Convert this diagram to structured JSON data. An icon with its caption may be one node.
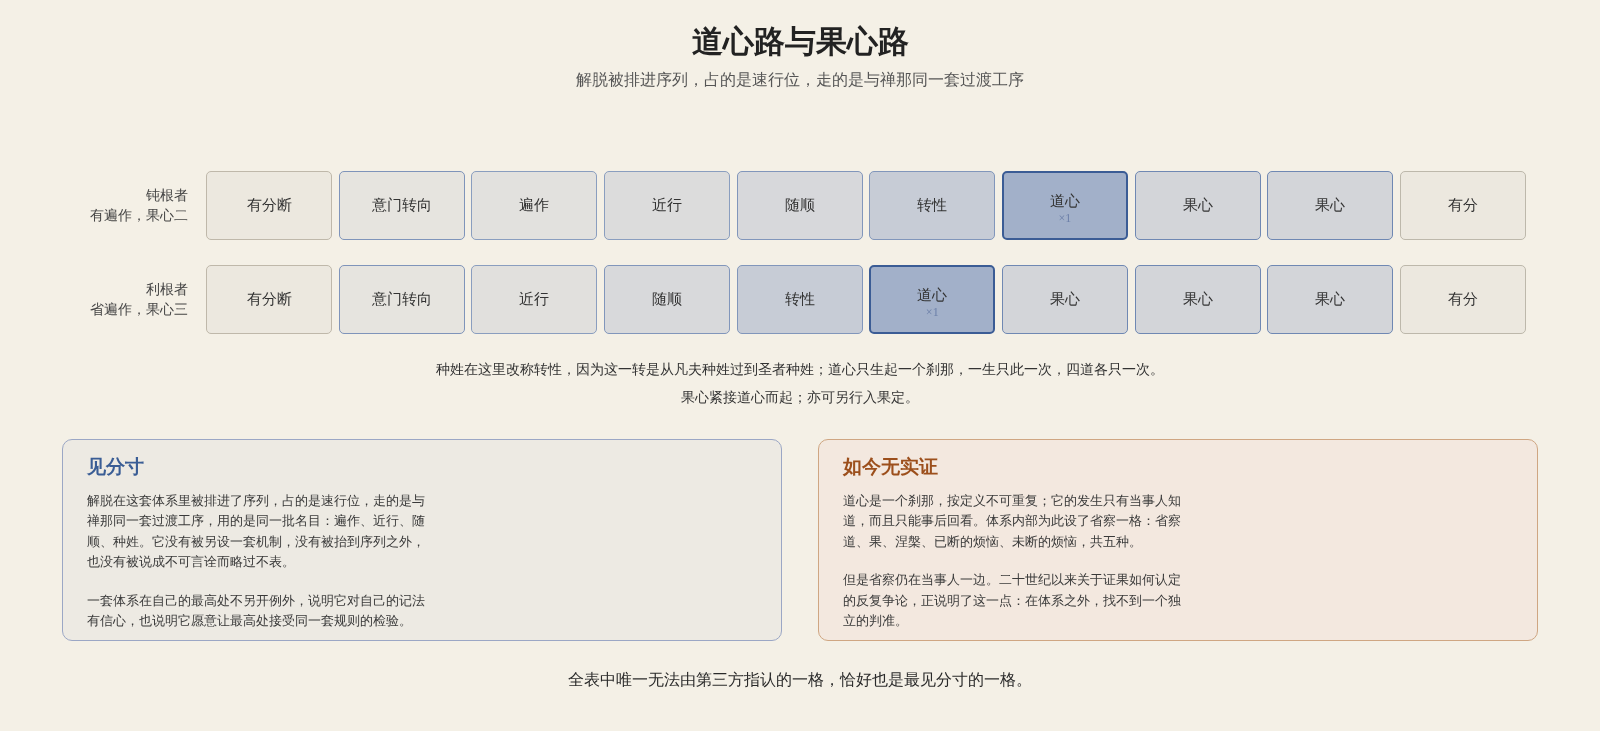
{
  "diagram": {
    "title": "道心路与果心路",
    "nodes": [
      {
        "text": [
          "有分断"
        ]
      },
      {
        "text": [
          "意门转向"
        ]
      },
      {
        "text": [
          "遍作"
        ]
      },
      {
        "text": [
          "近行"
        ]
      },
      {
        "text": [
          "随顺"
        ]
      },
      {
        "text": [
          "转性"
        ]
      },
      {
        "text": [
          "道心",
          "×1"
        ]
      },
      {
        "text": [
          "果心"
        ]
      },
      {
        "text": [
          "果心"
        ]
      },
      {
        "text": [
          "有分"
        ]
      },
      {
        "text": [
          "有分断"
        ]
      },
      {
        "text": [
          "意门转向"
        ]
      },
      {
        "text": [
          "近行"
        ]
      },
      {
        "text": [
          "随顺"
        ]
      },
      {
        "text": [
          "转性"
        ]
      },
      {
        "text": [
          "道心",
          "×1"
        ]
      },
      {
        "text": [
          "果心"
        ]
      },
      {
        "text": [
          "果心"
        ]
      },
      {
        "text": [
          "果心"
        ]
      },
      {
        "text": [
          "有分"
        ]
      },
      {
        "text": [
          "见分寸",
          "解脱在这套体系里被排进了序列，占的是速行位，走的是与禅那同一套过渡工序，用的是同一批名目：遍作、近行、随顺、种姓。它没有被另设一套机制，没有被抬到序列之外，也没有被说成不可言诠而略过不表。",
          "一套体系在自己的最高处不另开例外，说明它对自己的记法有信心，也说明它愿意让最高处接受同一套规则的检验。"
        ]
      },
      {
        "text": [
          "如今无实证",
          "道心是一个刹那，按定义不可重复；它的发生只有当事人知道，而且只能事后回看。体系内部为此设了省察一格：省察道、果、涅槃、已断的烦恼、未断的烦恼，共五种。",
          "但是省察仍在当事人一边。二十世纪以来关于证果如何认定的反复争论，正说明了这一点：在体系之外，找不到一个独立的判准。"
        ]
      }
    ],
    "labels": [
      "解脱被排进序列，占的是速行位，走的是与禅那同一套过渡工序",
      "钝根者",
      "有遍作，果心二",
      "利根者",
      "省遍作，果心三",
      "种姓在这里改称转性，因为这一转是从凡夫种姓过到圣者种姓；道心只生起一个刹那，一生只此一次，四道各只一次。",
      "果心紧接道心而起；亦可另行入果定。",
      "全表中唯一无法由第三方指认的一格，恰好也是最见分寸的一格。"
    ]
  }
}
